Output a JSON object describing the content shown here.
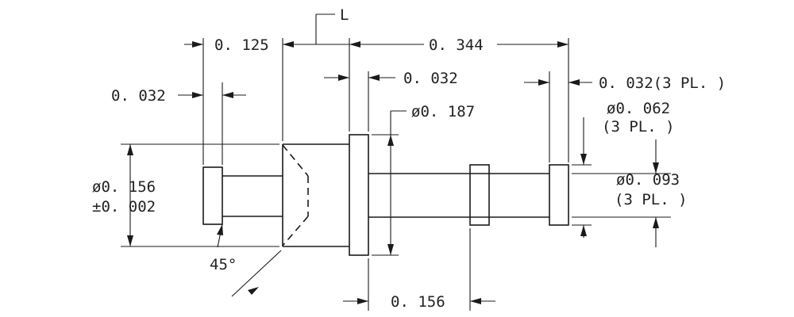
{
  "dimensions": {
    "ref_l": "L",
    "len_0125": "0. 125",
    "len_0344": "0. 344",
    "len_0032_left": "0. 032",
    "len_0032_mid": "0. 032",
    "len_0032_right": "0. 032(3 PL. )",
    "dia_0187": "ø0. 187",
    "dia_0062": "ø0. 062",
    "dia_0062_note": "(3 PL. )",
    "dia_0156": "ø0. 156",
    "tol_0156": "±0. 002",
    "dia_0093": "ø0. 093",
    "dia_0093_note": "(3 PL. )",
    "angle_45": "45°",
    "len_0156_bottom": "0. 156"
  },
  "colors": {
    "line": "#1a1a1a",
    "text": "#222222",
    "background": "#ffffff"
  }
}
